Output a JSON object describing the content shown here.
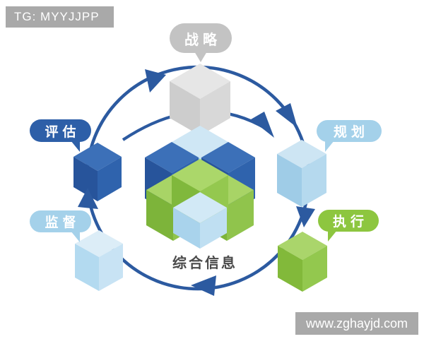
{
  "watermarks": {
    "top_left": "TG: MYYJJPP",
    "bottom_right": "www.zghayjd.com"
  },
  "diagram": {
    "center_label": "综合信息",
    "nodes": [
      {
        "id": "strategy",
        "label": "战略",
        "color": "#c3c3c3",
        "position": "top"
      },
      {
        "id": "planning",
        "label": "规划",
        "color": "#a4d1ea",
        "position": "right"
      },
      {
        "id": "execution",
        "label": "执行",
        "color": "#8dc63f",
        "position": "bottom-right"
      },
      {
        "id": "supervision",
        "label": "监督",
        "color": "#a4d1ea",
        "position": "bottom-left"
      },
      {
        "id": "evaluation",
        "label": "评估",
        "color": "#2d5fa8",
        "position": "left"
      }
    ],
    "flow_direction": "clockwise"
  },
  "palette": {
    "dark_blue": "#2d5fa8",
    "light_blue": "#a4d1ea",
    "green": "#8dc63f",
    "gray": "#c3c3c3",
    "arrow_blue": "#2c5aa0",
    "label_text": "#4a4a4a",
    "watermark_bg": "#a9a9a9"
  }
}
